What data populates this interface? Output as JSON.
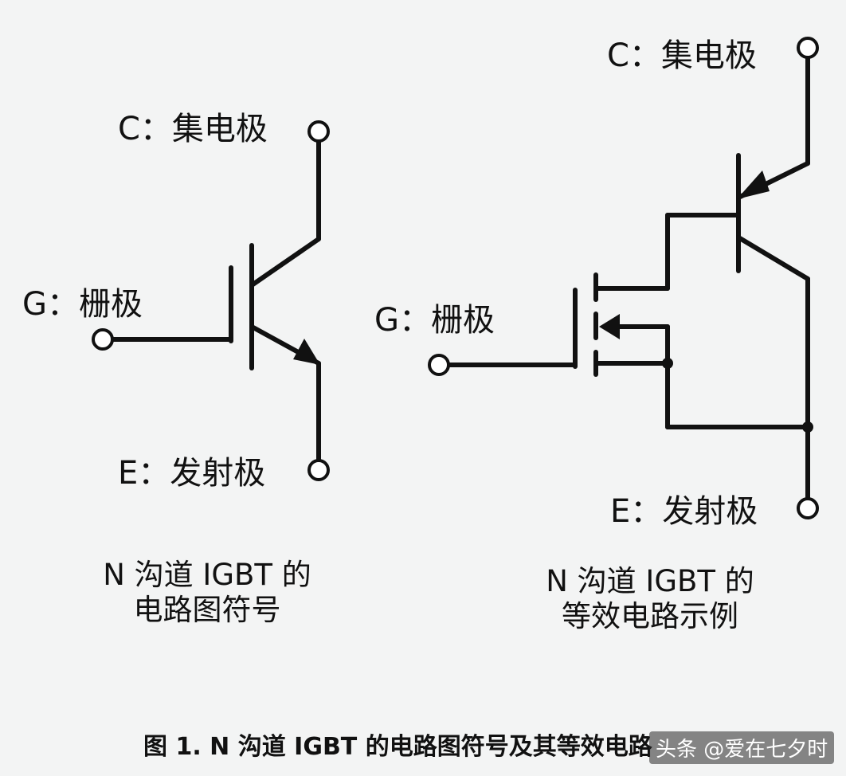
{
  "symbol": {
    "collector_label": "C：集电极",
    "gate_label": "G：栅极",
    "emitter_label": "E：发射极",
    "caption_line1": "N 沟道 IGBT 的",
    "caption_line2": "电路图符号"
  },
  "equivalent": {
    "collector_label": "C：集电极",
    "gate_label": "G：栅极",
    "emitter_label": "E：发射极",
    "caption_line1": "N 沟道 IGBT 的",
    "caption_line2": "等效电路示例"
  },
  "figure_caption": "图 1. N 沟道 IGBT 的电路图符号及其等效电路",
  "watermark": "头条 @爱在七夕时",
  "colors": {
    "line": "#111111",
    "terminal_fill": "#ffffff",
    "background": "#f3f4f4"
  }
}
